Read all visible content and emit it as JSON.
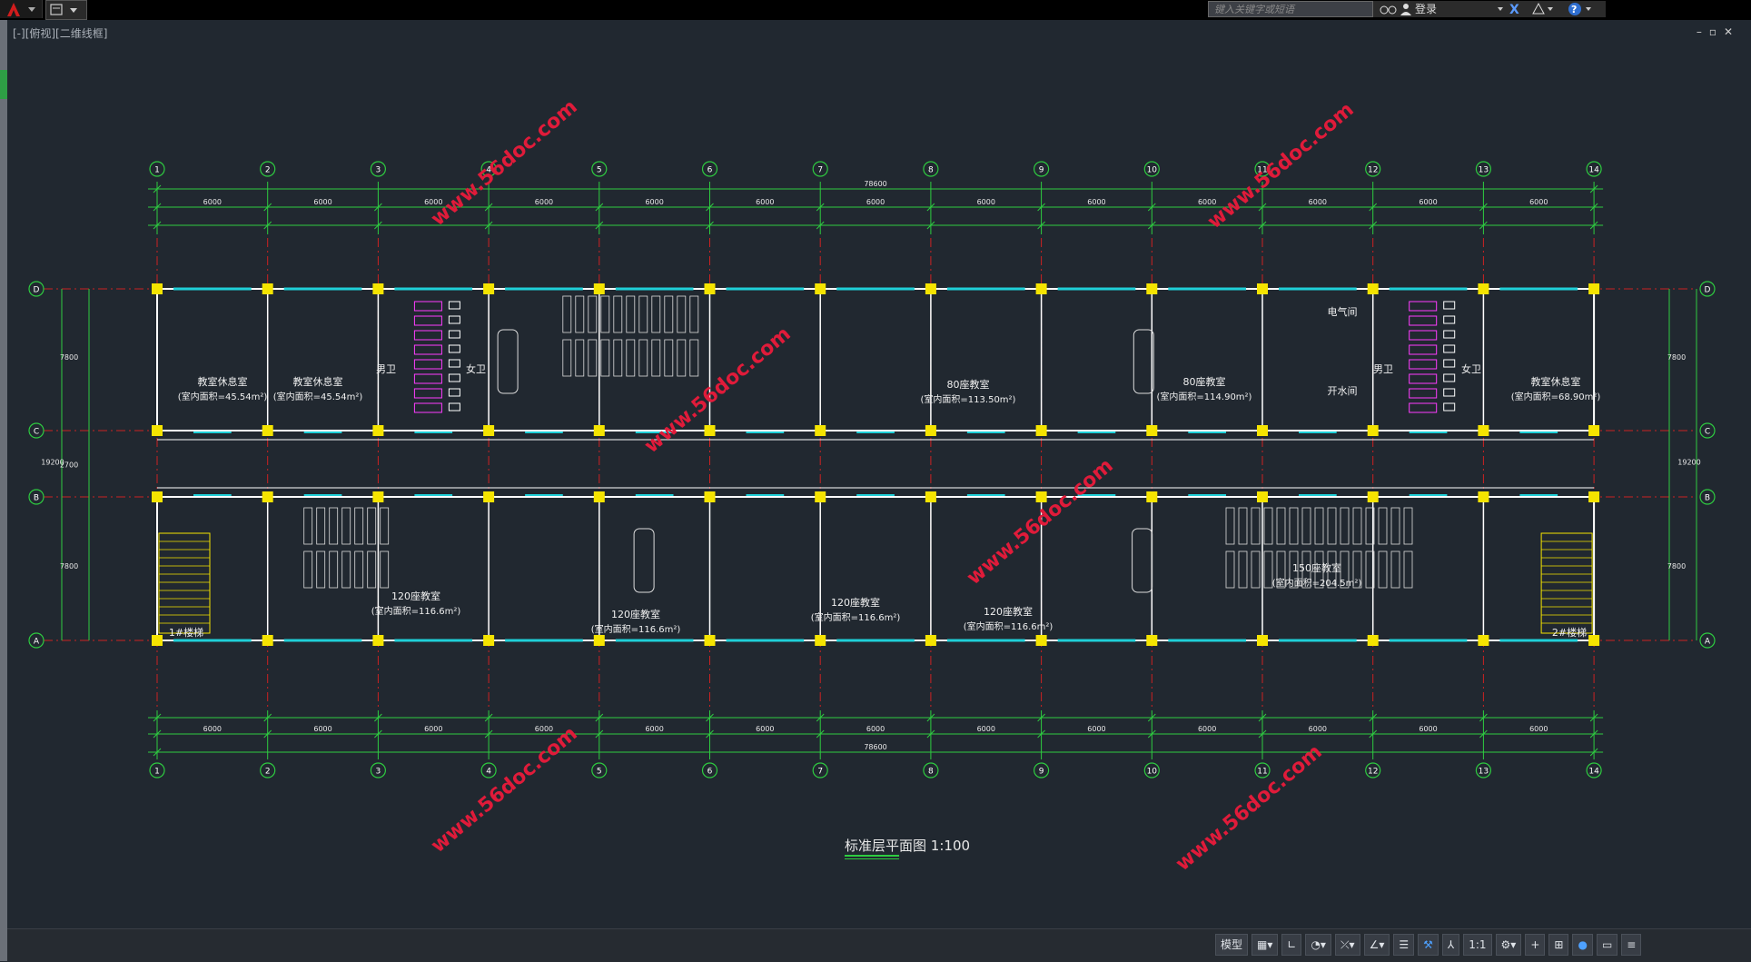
{
  "toolbar": {
    "search_placeholder": "键入关键字或短语",
    "login_label": "登录"
  },
  "viewport": {
    "label": "[-][俯视][二维线框]"
  },
  "drawing": {
    "title": "标准层平面图",
    "scale": "1:100",
    "watermark": "www.56doc.com",
    "total_dim_top": "78600",
    "total_dim_bottom": "78600",
    "grid_cols": [
      "1",
      "2",
      "3",
      "4",
      "5",
      "6",
      "7",
      "8",
      "9",
      "10",
      "11",
      "12",
      "13",
      "14"
    ],
    "grid_rows": [
      "D",
      "C",
      "B",
      "A"
    ],
    "bay_dims": [
      "6000",
      "6000",
      "6000",
      "6000",
      "6000",
      "6000",
      "6000",
      "6000",
      "6000",
      "6000",
      "6000",
      "6000",
      "6000"
    ],
    "rooms_north": [
      {
        "name": "教室休息室",
        "area": "(室内面积=45.54m²)"
      },
      {
        "name": "教室休息室",
        "area": "(室内面积=45.54m²)"
      },
      {
        "name": "男卫",
        "area": ""
      },
      {
        "name": "女卫",
        "area": ""
      },
      {
        "name": "80座教室",
        "area": "(室内面积=113.50m²)"
      },
      {
        "name": "80座教室",
        "area": "(室内面积=114.90m²)"
      },
      {
        "name": "电气间",
        "area": ""
      },
      {
        "name": "开水间",
        "area": ""
      },
      {
        "name": "男卫",
        "area": ""
      },
      {
        "name": "女卫",
        "area": ""
      },
      {
        "name": "教室休息室",
        "area": "(室内面积=68.90m²)"
      }
    ],
    "rooms_south": [
      {
        "name": "120座教室",
        "area": "(室内面积=116.6m²)"
      },
      {
        "name": "120座教室",
        "area": "(室内面积=116.6m²)"
      },
      {
        "name": "120座教室",
        "area": "(室内面积=116.6m²)"
      },
      {
        "name": "120座教室",
        "area": "(室内面积=116.6m²)"
      },
      {
        "name": "150座教室",
        "area": "(室内面积=204.5m²)"
      },
      {
        "name": "1#楼梯",
        "area": ""
      },
      {
        "name": "2#楼梯",
        "area": ""
      }
    ],
    "side_dims": [
      "7800",
      "2700",
      "7800",
      "19200"
    ]
  },
  "statusbar": {
    "model_label": "模型",
    "scale_label": "1:1"
  },
  "colors": {
    "background": "#212830",
    "dimension": "#2ecc40",
    "column": "#f5e400",
    "wall": "#ffffff",
    "window": "#1fd0d8",
    "fixture": "#ff3cff",
    "grid": "#cc2222",
    "watermark": "#e01b3a"
  }
}
